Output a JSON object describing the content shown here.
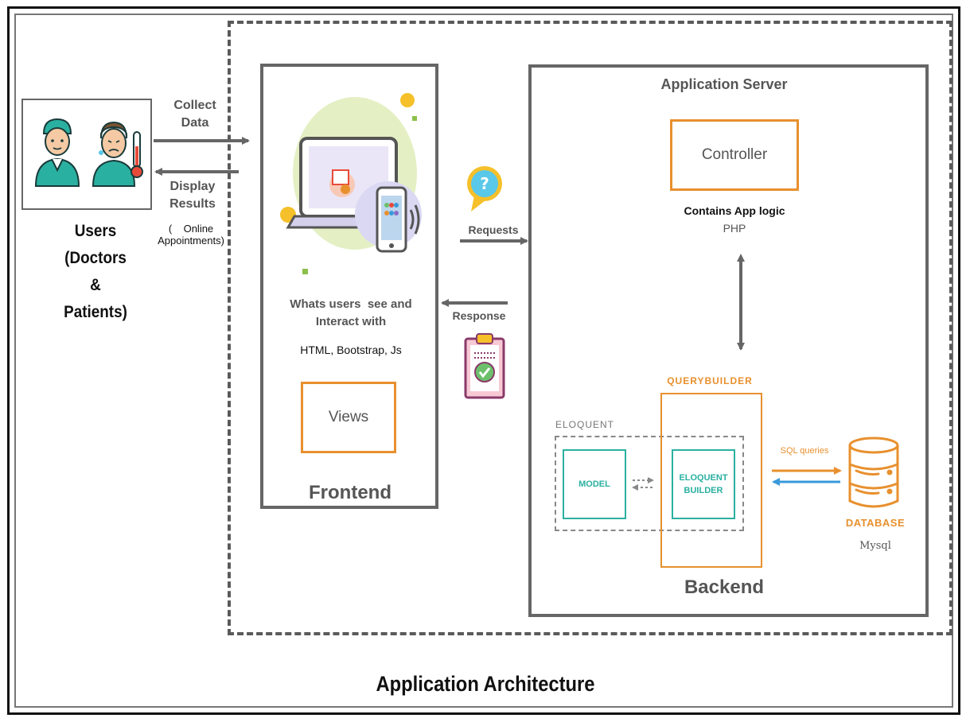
{
  "title": "Application Architecture",
  "users": {
    "label_lines": [
      "Users",
      "(Doctors",
      "&",
      "Patients)"
    ]
  },
  "flows": {
    "collect_data": [
      "Collect",
      "Data"
    ],
    "display_results": [
      "Display",
      "Results"
    ],
    "online_appointments": [
      "(    Online",
      "Appointments)"
    ],
    "requests": "Requests",
    "response": "Response",
    "sql_queries": "SQL queries"
  },
  "frontend": {
    "description": [
      "Whats users  see and",
      "Interact with"
    ],
    "tech": "HTML, Bootstrap, Js",
    "views": "Views",
    "label": "Frontend"
  },
  "backend": {
    "server_title": "Application Server",
    "controller": "Controller",
    "logic": "Contains App logic",
    "language": "PHP",
    "querybuilder": "QUERYBUILDER",
    "eloquent": "ELOQUENT",
    "model": "MODEL",
    "eloquent_builder": [
      "ELOQUENT",
      "BUILDER"
    ],
    "database": "DATABASE",
    "db_engine": "Mysql",
    "label": "Backend"
  },
  "colors": {
    "accent_orange": "#e8902e",
    "teal": "#2ab0a0",
    "arrow_gray": "#666666",
    "arrow_blue": "#3a9ad9"
  },
  "icons": [
    "doctor-icon",
    "sick-patient-icon",
    "thermometer-icon",
    "laptop-icon",
    "smartphone-icon",
    "question-bubble-icon",
    "clipboard-check-icon",
    "database-icon"
  ]
}
